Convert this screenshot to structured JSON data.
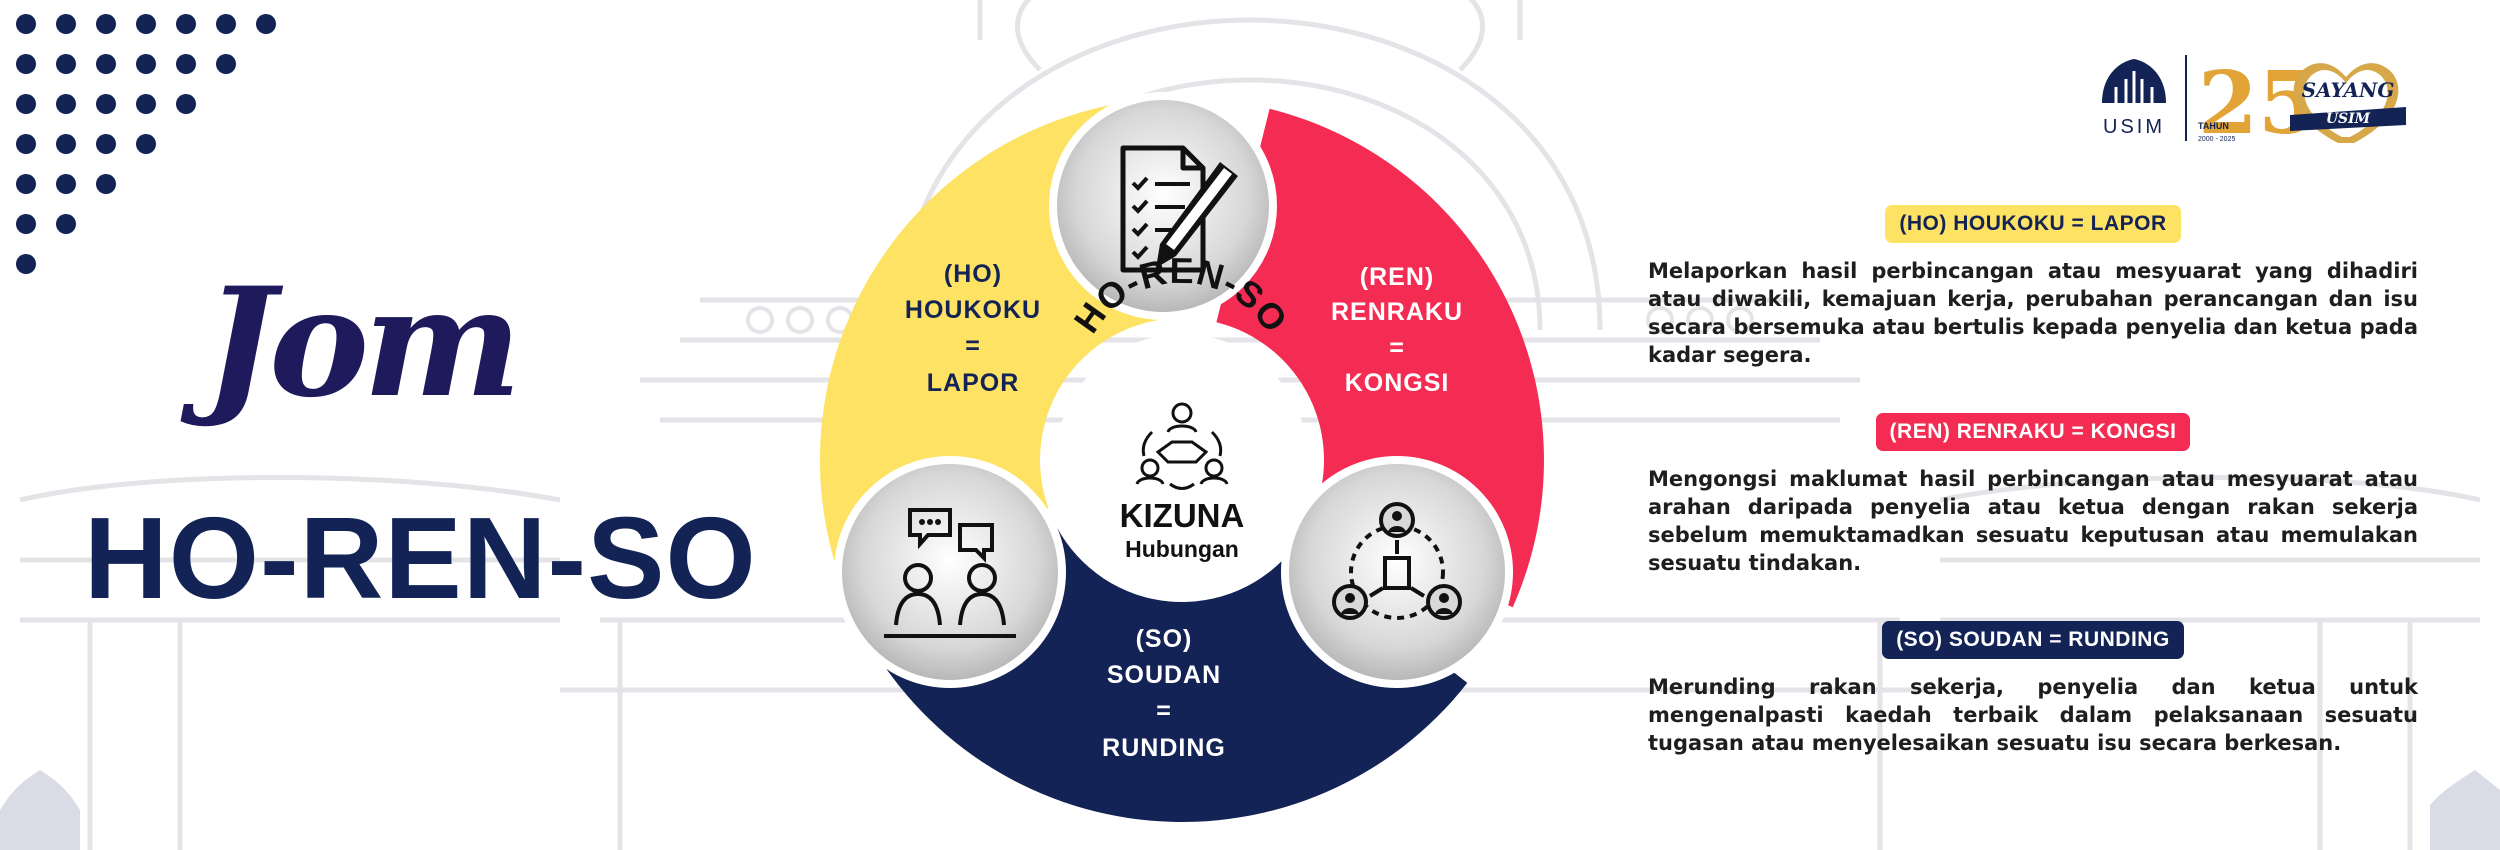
{
  "heading": {
    "script_word": "Jom",
    "main_title": "HO-REN-SO"
  },
  "logos": {
    "usim_text": "USIM",
    "anniversary_number": "25",
    "anniversary_word": "TAHUN",
    "anniversary_years": "2000 - 2025",
    "sayang_top": "SAYANG",
    "sayang_bottom": "USIM"
  },
  "wheel": {
    "center": {
      "arc_title": "HO-REN-SO",
      "word": "KIZUNA",
      "subword": "Hubungan"
    },
    "segments": {
      "ho": {
        "code": "(HO)",
        "term": "HOUKOKU",
        "eq": "=",
        "meaning": "LAPOR",
        "color": "#fde263",
        "text_color": "#132355",
        "icon": "document-pen-icon"
      },
      "ren": {
        "code": "(REN)",
        "term": "RENRAKU",
        "eq": "=",
        "meaning": "KONGSI",
        "color": "#f42b52",
        "text_color": "#ffffff",
        "icon": "network-people-icon"
      },
      "so": {
        "code": "(SO)",
        "term": "SOUDAN",
        "eq": "=",
        "meaning": "RUNDING",
        "color": "#132355",
        "text_color": "#ffffff",
        "icon": "discussion-people-icon"
      }
    }
  },
  "descriptions": [
    {
      "heading": "(HO)  HOUKOKU = LAPOR",
      "text": "Melaporkan hasil perbincangan atau mesyuarat yang dihadiri atau diwakili, kemajuan kerja, perubahan perancangan dan isu secara bersemuka atau bertulis kepada penyelia dan ketua pada kadar segera."
    },
    {
      "heading": "(REN)  RENRAKU = KONGSI",
      "text": "Mengongsi maklumat hasil perbincangan atau mesyuarat atau arahan daripada penyelia atau ketua dengan rakan sekerja sebelum memuktamadkan sesuatu keputusan atau memulakan sesuatu tindakan."
    },
    {
      "heading": "(SO)  SOUDAN = RUNDING",
      "text": "Merunding rakan sekerja, penyelia dan ketua untuk mengenalpasti kaedah terbaik dalam pelaksanaan sesuatu tugasan atau menyelesaikan sesuatu isu secara berkesan."
    }
  ],
  "colors": {
    "navy": "#132355",
    "yellow": "#fde263",
    "red": "#f42b52",
    "indigo": "#1f1a5c",
    "sketch": "#e4e4e8"
  }
}
